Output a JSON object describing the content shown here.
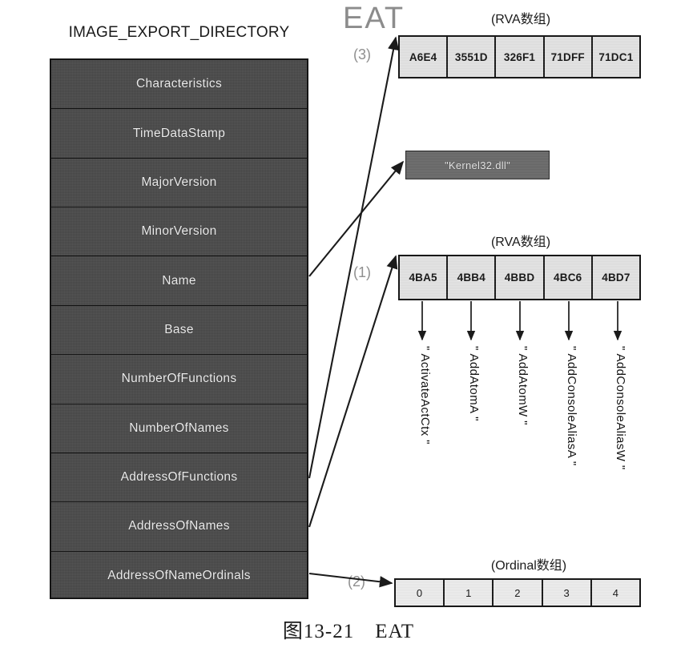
{
  "figure": {
    "caption": "图13-21　EAT",
    "eat_label": "EAT"
  },
  "struct": {
    "title": "IMAGE_EXPORT_DIRECTORY",
    "fields": [
      "Characteristics",
      "TimeDataStamp",
      "MajorVersion",
      "MinorVersion",
      "Name",
      "Base",
      "NumberOfFunctions",
      "NumberOfNames",
      "AddressOfFunctions",
      "AddressOfNames",
      "AddressOfNameOrdinals"
    ]
  },
  "address_of_functions_array": {
    "caption": "(RVA数组)",
    "step": "(3)",
    "values": [
      "A6E4",
      "3551D",
      "326F1",
      "71DFF",
      "71DC1"
    ]
  },
  "address_of_names_array": {
    "caption": "(RVA数组)",
    "step": "(1)",
    "values": [
      "4BA5",
      "4BB4",
      "4BBD",
      "4BC6",
      "4BD7"
    ]
  },
  "name_strings": [
    "\" ActivateActCtx \"",
    "\" AddAtomA \"",
    "\" AddAtomW \"",
    "\" AddConsoleAliasA \"",
    "\" AddConsoleAliasW \""
  ],
  "ordinal_array": {
    "caption": "(Ordinal数组)",
    "step": "(2)",
    "values": [
      "0",
      "1",
      "2",
      "3",
      "4"
    ]
  },
  "dll_name_box": {
    "label": "\"Kernel32.dll\""
  },
  "colors": {
    "struct_fill": "#4a4a4a",
    "struct_text": "#ebebeb",
    "array_fill": "#e3e3e3",
    "dll_fill": "#6a6a6a",
    "step_text": "#8f8f8f",
    "line": "#181818"
  }
}
